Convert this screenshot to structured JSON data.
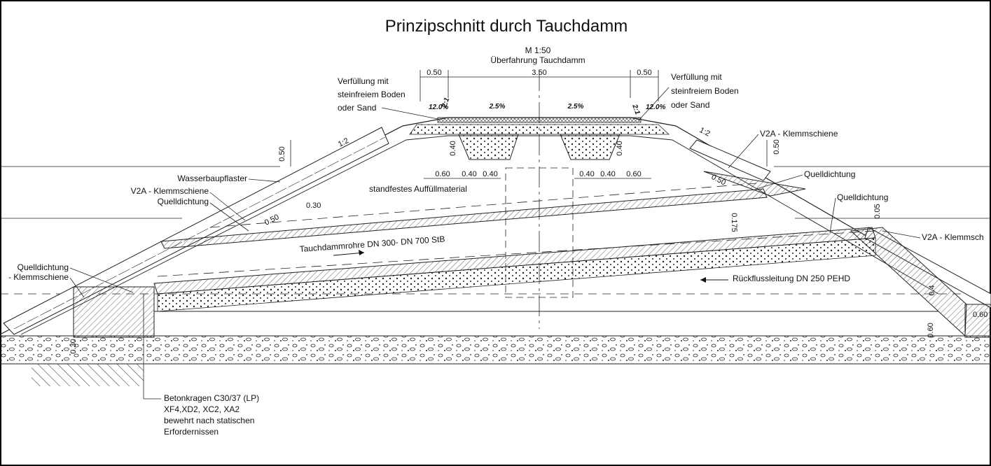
{
  "title": "Prinzipschnitt durch Tauchdamm",
  "scale": "M 1:50",
  "subtitle": "Überfahrung Tauchdamm",
  "labels": {
    "fill_left": [
      "Verfüllung mit",
      "steinfreiem Boden",
      "oder Sand"
    ],
    "fill_right": [
      "Verfüllung mit",
      "steinfreiem Boden",
      "oder Sand"
    ],
    "wasserbaupflaster": "Wasserbaupflaster",
    "v2a_left": "V2A - Klemmschiene",
    "quell_left_upper": "Quelldichtung",
    "standfest": "standfestes Auffüllmaterial",
    "tauchdammrohre": "Tauchdammrohre  DN 300- DN 700 StB",
    "quell_left_lower": "Quelldichtung",
    "klemm_left_lower": "- Klemmschiene",
    "v2a_right_upper": "V2A - Klemmschiene",
    "quell_right_upper": "Quelldichtung",
    "quell_right_lower": "Quelldichtung",
    "v2a_right_lower": "V2A - Klemmsch",
    "rueckfluss": "Rückflussleitung DN 250 PEHD",
    "beton": [
      "Betonkragen C30/37 (LP)",
      "XF4,XD2, XC2, XA2",
      "bewehrt nach statischen",
      "Erfordernissen"
    ]
  },
  "dimensions": {
    "top_left": "0.50",
    "top_mid": "3.50",
    "top_right": "0.50",
    "left_height": "0.50",
    "right_height": "0.50",
    "trench_left": "0.40",
    "trench_right": "0.40",
    "row_left": [
      "0.60",
      "0.40",
      "0.40"
    ],
    "row_right": [
      "0.40",
      "0.40",
      "0.60"
    ],
    "left_050": "0.50",
    "left_030": "0.30",
    "right_050": "0.50",
    "right_005": "0.05",
    "right_0175": "0.175",
    "left_030_bottom": "0.30",
    "right_060_a": "0.60",
    "right_060_b": "0.60",
    "right_04": "0.4"
  },
  "slopes": {
    "left_pct": "12.0%",
    "left_ratio": "2:1",
    "mid_left": "2.5%",
    "mid_right": "2.5%",
    "right_ratio": "2:1",
    "right_pct": "12.0%",
    "embank_left": "1:2",
    "embank_right": "1:2"
  }
}
